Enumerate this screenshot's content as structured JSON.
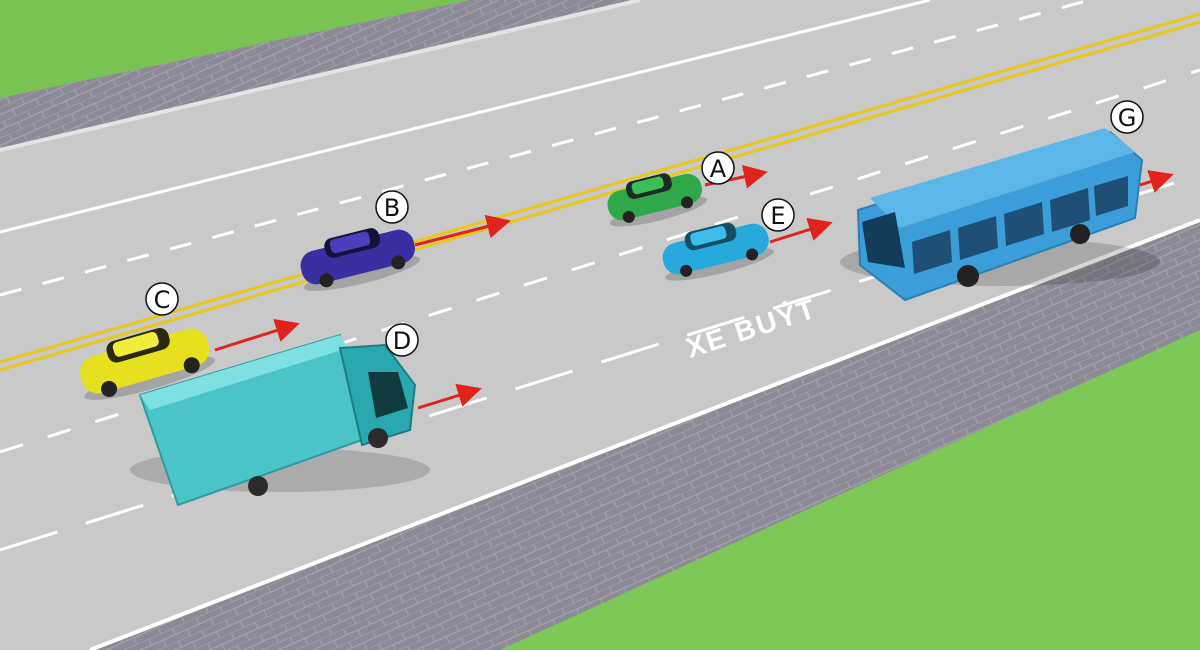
{
  "scene": {
    "road_marking_text": "XE BUÝT",
    "colors": {
      "grass": "#7ec857",
      "sidewalk": "#8a8894",
      "road": "#c9c9ca",
      "lane_line": "#ffffff",
      "center_line": "#e8c81a",
      "arrow": "#e0231c"
    }
  },
  "vehicles": [
    {
      "id": "A",
      "label": "A",
      "kind": "car",
      "color": "#2fa84a"
    },
    {
      "id": "B",
      "label": "B",
      "kind": "car",
      "color": "#3a2fa0"
    },
    {
      "id": "C",
      "label": "C",
      "kind": "car",
      "color": "#e6e01e"
    },
    {
      "id": "D",
      "label": "D",
      "kind": "truck",
      "color": "#4ac4c8"
    },
    {
      "id": "E",
      "label": "E",
      "kind": "car",
      "color": "#27a9dc"
    },
    {
      "id": "G",
      "label": "G",
      "kind": "bus",
      "color": "#3b9ed8"
    }
  ]
}
